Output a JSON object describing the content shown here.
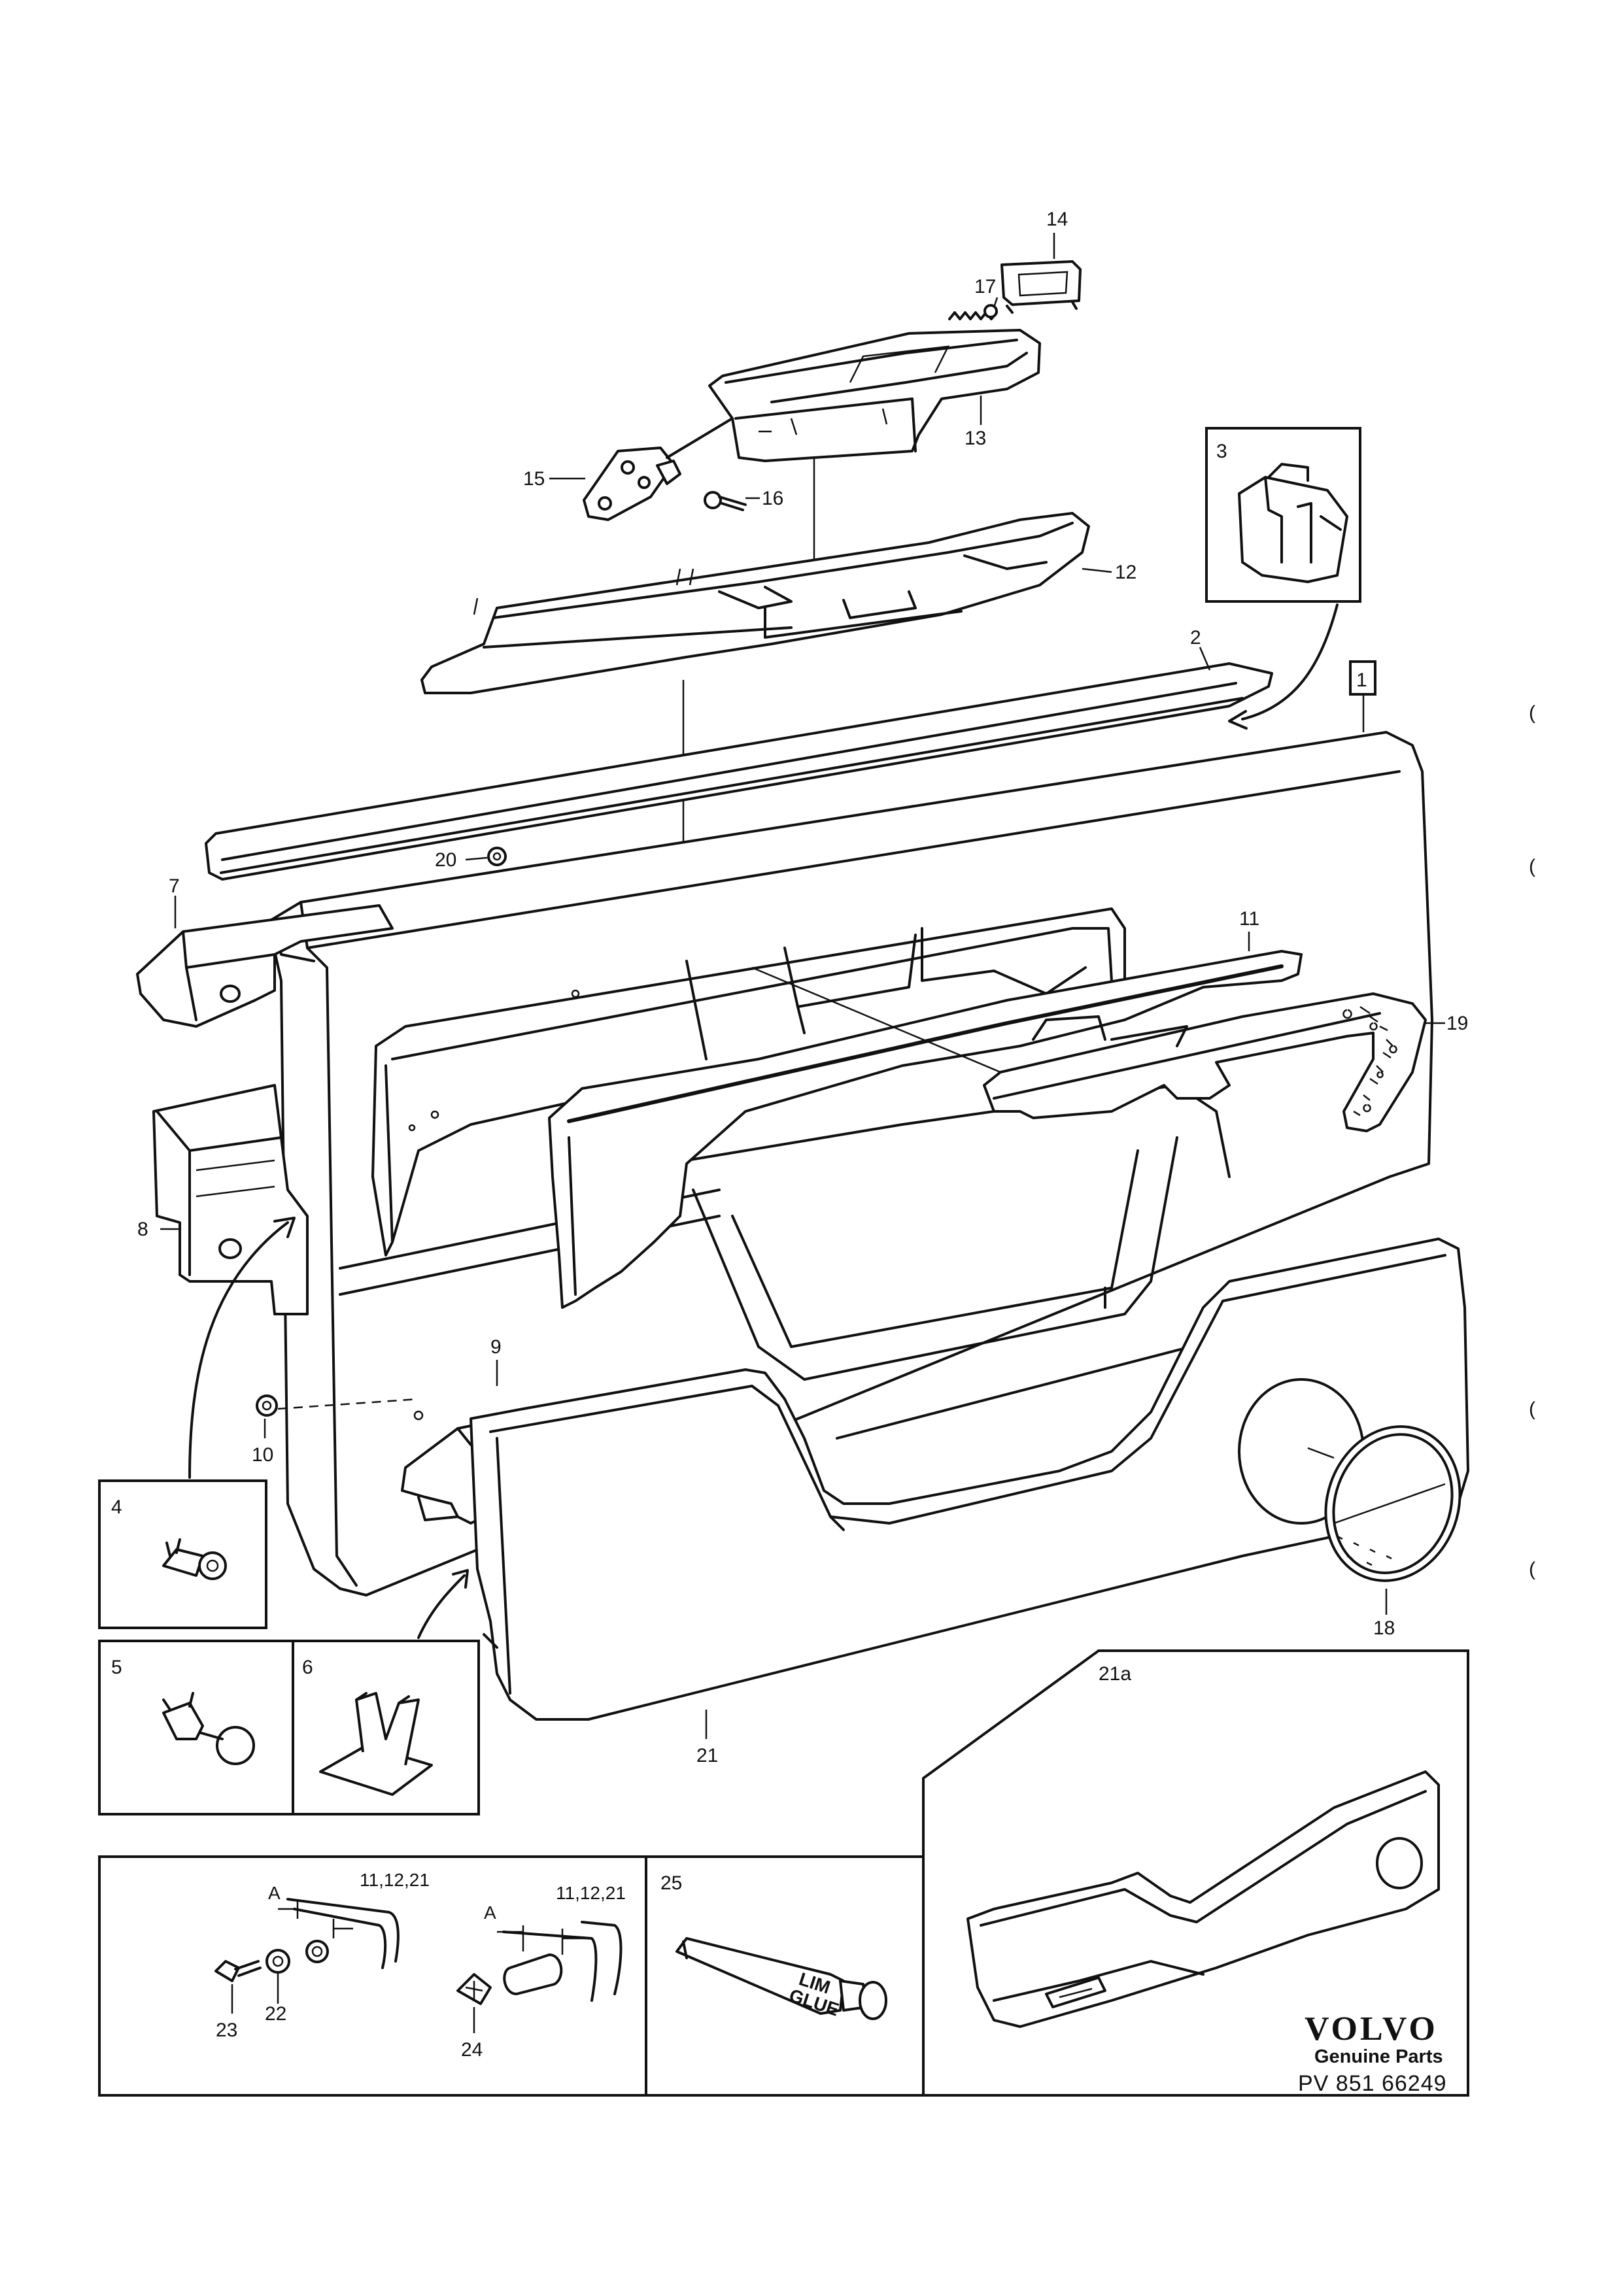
{
  "callouts": {
    "c1": "1",
    "c2": "2",
    "c3": "3",
    "c4": "4",
    "c5": "5",
    "c6": "6",
    "c7": "7",
    "c8": "8",
    "c9": "9",
    "c10": "10",
    "c11": "11",
    "c12": "12",
    "c13": "13",
    "c14": "14",
    "c15": "15",
    "c16": "16",
    "c17": "17",
    "c18": "18",
    "c19": "19",
    "c20": "20",
    "c21": "21",
    "c21a": "21a",
    "c22": "22",
    "c23": "23",
    "c24": "24",
    "c25": "25"
  },
  "detail": {
    "dim_a_left": "A",
    "dim_a_right": "A",
    "ref_left": "11,12,21",
    "ref_right": "11,12,21",
    "tube_text_1": "LIM",
    "tube_text_2": "GLUE"
  },
  "brand": {
    "name": "VOLVO",
    "subtitle": "Genuine Parts",
    "code": "PV 851 66249"
  },
  "margin_marks": [
    "(",
    "(",
    "(",
    "("
  ]
}
